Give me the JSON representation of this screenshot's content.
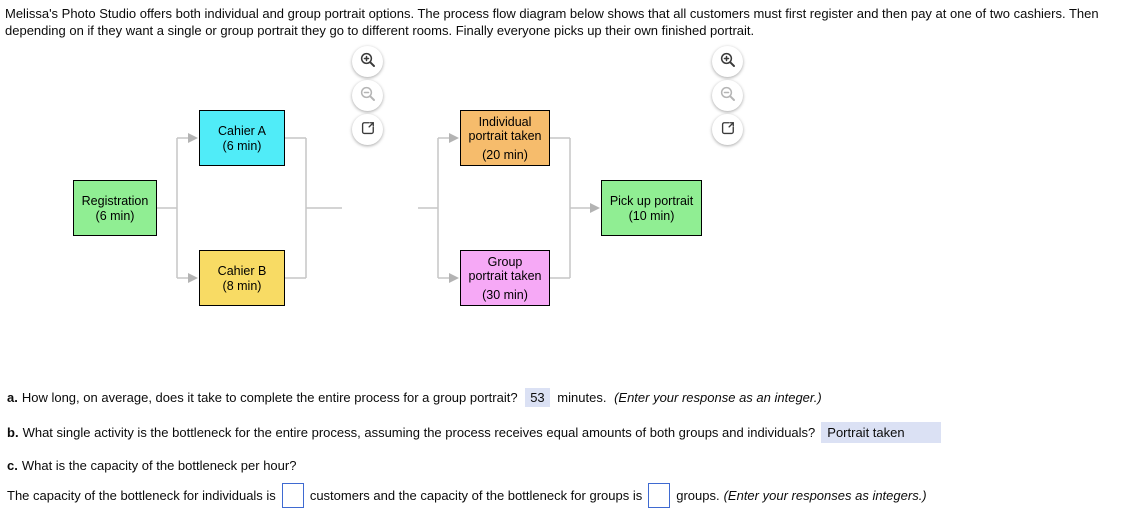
{
  "intro": {
    "line1": "Melissa's Photo Studio offers both individual and group portrait options. The process flow diagram below shows that all customers must first register and then pay at one of two cashiers. Then",
    "line2": "depending on if they want a single or group portrait they go to different rooms. Finally everyone picks up their own finished portrait."
  },
  "diagram": {
    "boxes": {
      "registration": {
        "lines": [
          "Registration",
          "(6 min)"
        ],
        "color": "#90EE93"
      },
      "cashier_a": {
        "lines": [
          "Cahier A",
          "(6 min)"
        ],
        "color": "#50ECF8"
      },
      "cashier_b": {
        "lines": [
          "Cahier B",
          "(8 min)"
        ],
        "color": "#F8DB64"
      },
      "individual": {
        "lines": [
          "Individual",
          "portrait taken",
          "(20 min)"
        ],
        "color": "#F6BC6C"
      },
      "group": {
        "lines": [
          "Group",
          "portrait taken",
          "(30 min)"
        ],
        "color": "#F6A9F6"
      },
      "pickup": {
        "lines": [
          "Pick up portrait",
          "(10 min)"
        ],
        "color": "#90EE93"
      }
    },
    "connector_color": "#C6C6C6",
    "arrow_color": "#B3B3B3",
    "icons": [
      "zoom-in",
      "zoom-out",
      "open-in-new-window"
    ]
  },
  "questions": {
    "a": {
      "prefix": "a.",
      "text": "How long, on average, does it take to complete the entire process for a group portrait?",
      "answer": "53",
      "after": "minutes.",
      "note": "(Enter your response as an integer.)"
    },
    "b": {
      "prefix": "b.",
      "text": "What single activity is the bottleneck for the entire process, assuming the process receives equal amounts of both groups and individuals?",
      "answer": "Portrait taken"
    },
    "c": {
      "prefix": "c.",
      "text": "What is the capacity of the bottleneck per hour?"
    },
    "d": {
      "part1": "The capacity of the bottleneck for individuals is",
      "part2": "customers and the capacity of the bottleneck for groups is",
      "part3": "groups.",
      "note": "(Enter your responses as integers.)",
      "individuals_value": "",
      "groups_value": ""
    }
  },
  "colors": {
    "answer_highlight": "#DBE1F4",
    "input_border": "#3F6AD1"
  }
}
